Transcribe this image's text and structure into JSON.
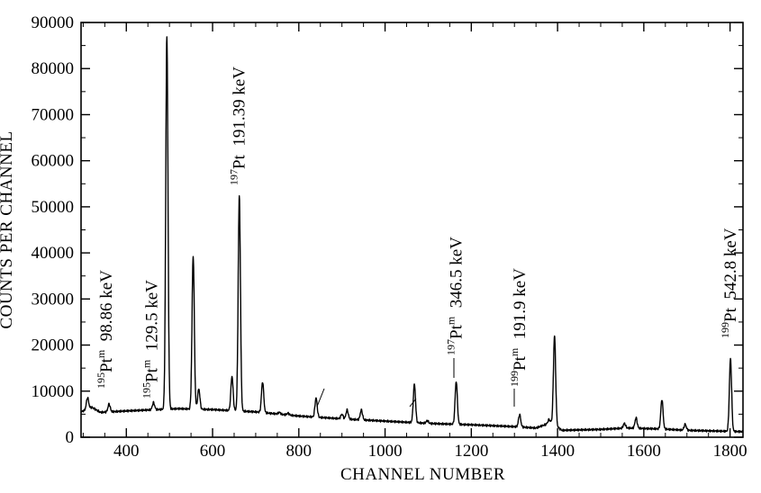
{
  "chart_data": {
    "type": "line",
    "title": "",
    "xlabel": "CHANNEL  NUMBER",
    "ylabel": "COUNTS  PER  CHANNEL",
    "xlim": [
      295,
      1830
    ],
    "ylim": [
      0,
      90000
    ],
    "x_ticks": [
      400,
      600,
      800,
      1000,
      1200,
      1400,
      1600,
      1800
    ],
    "x_tick_labels": [
      "400",
      "600",
      "800",
      "1000",
      "1200",
      "1400",
      "1600",
      "1800"
    ],
    "y_ticks": [
      0,
      10000,
      20000,
      30000,
      40000,
      50000,
      60000,
      70000,
      80000,
      90000
    ],
    "y_tick_labels": [
      "0",
      "10000",
      "20000",
      "30000",
      "40000",
      "50000",
      "60000",
      "70000",
      "80000",
      "90000"
    ],
    "grid": false,
    "baseline": [
      [
        295,
        5500
      ],
      [
        320,
        6500
      ],
      [
        340,
        5400
      ],
      [
        400,
        5700
      ],
      [
        470,
        6000
      ],
      [
        520,
        6200
      ],
      [
        600,
        6000
      ],
      [
        700,
        5500
      ],
      [
        800,
        4600
      ],
      [
        900,
        4000
      ],
      [
        1000,
        3500
      ],
      [
        1100,
        3000
      ],
      [
        1200,
        2700
      ],
      [
        1300,
        2300
      ],
      [
        1350,
        2000
      ],
      [
        1385,
        3200
      ],
      [
        1410,
        1500
      ],
      [
        1500,
        1700
      ],
      [
        1560,
        2000
      ],
      [
        1640,
        1800
      ],
      [
        1700,
        1500
      ],
      [
        1790,
        1300
      ],
      [
        1830,
        1200
      ]
    ],
    "peaks": [
      {
        "x": 310,
        "y": 8600
      },
      {
        "x": 360,
        "y": 7200
      },
      {
        "x": 463,
        "y": 7500
      },
      {
        "x": 494,
        "y": 87000
      },
      {
        "x": 555,
        "y": 39400
      },
      {
        "x": 568,
        "y": 10500
      },
      {
        "x": 645,
        "y": 13200
      },
      {
        "x": 662,
        "y": 52400
      },
      {
        "x": 716,
        "y": 12000
      },
      {
        "x": 755,
        "y": 5400
      },
      {
        "x": 775,
        "y": 5200
      },
      {
        "x": 840,
        "y": 8500
      },
      {
        "x": 900,
        "y": 5000
      },
      {
        "x": 912,
        "y": 5900
      },
      {
        "x": 945,
        "y": 5900
      },
      {
        "x": 1068,
        "y": 11500
      },
      {
        "x": 1098,
        "y": 3600
      },
      {
        "x": 1165,
        "y": 12100
      },
      {
        "x": 1312,
        "y": 4900
      },
      {
        "x": 1380,
        "y": 3800
      },
      {
        "x": 1393,
        "y": 22000
      },
      {
        "x": 1555,
        "y": 3000
      },
      {
        "x": 1582,
        "y": 4200
      },
      {
        "x": 1642,
        "y": 8200
      },
      {
        "x": 1696,
        "y": 2800
      },
      {
        "x": 1801,
        "y": 17000
      }
    ],
    "annotations": [
      {
        "id": "pt195m-98",
        "mass": "195",
        "element": "Pt",
        "state": "m",
        "energy": "98.86 keV",
        "x": 360
      },
      {
        "id": "pt195m-129",
        "mass": "195",
        "element": "Pt",
        "state": "m",
        "energy": "129.5 keV",
        "x": 463
      },
      {
        "id": "pt197-191",
        "mass": "197",
        "element": "Pt",
        "state": "",
        "energy": "191.39 keV",
        "x": 662
      },
      {
        "id": "pt197m-346",
        "mass": "197",
        "element": "Pt",
        "state": "m",
        "energy": "346.5 keV",
        "x": 1165
      },
      {
        "id": "pt199m-191",
        "mass": "199",
        "element": "Pt",
        "state": "m",
        "energy": "191.9 keV",
        "x": 1312
      },
      {
        "id": "pt199-542",
        "mass": "199",
        "element": "Pt",
        "state": "",
        "energy": "542.8 keV",
        "x": 1801
      }
    ]
  }
}
